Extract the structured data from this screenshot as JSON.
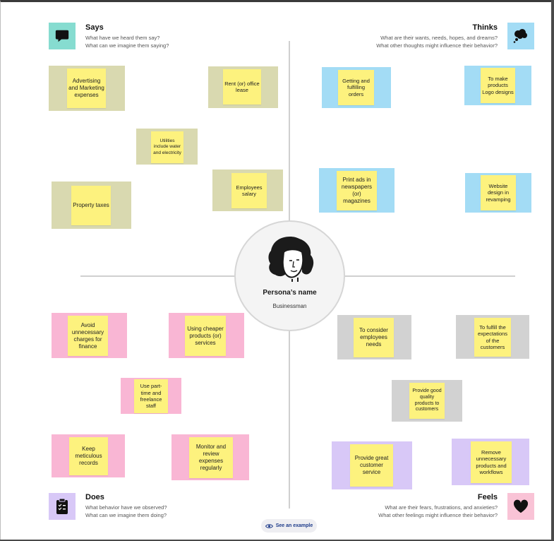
{
  "colors": {
    "says_bg": "#d9d9b0",
    "thinks_bg": "#a3dcf5",
    "does_bg": "#f9b6d4",
    "feels_bg": "#d2d2d2",
    "feels_bg_alt": "#d8c8f7",
    "note": "#fdf27e",
    "says_icon": "#86dcd0",
    "thinks_icon": "#a3dcf5",
    "does_icon": "#d8c8f7",
    "feels_icon": "#f9c3d6"
  },
  "quadrants": {
    "says": {
      "title": "Says",
      "line1": "What have we heard them say?",
      "line2": "What can we imagine them saying?",
      "icon": "speech-bubble-icon"
    },
    "thinks": {
      "title": "Thinks",
      "line1": "What are their wants, needs, hopes, and dreams?",
      "line2": "What other thoughts might influence their behavior?",
      "icon": "thought-cloud-icon"
    },
    "does": {
      "title": "Does",
      "line1": "What behavior have we observed?",
      "line2": "What can we imagine them doing?",
      "icon": "clipboard-icon"
    },
    "feels": {
      "title": "Feels",
      "line1": "What are their fears, frustrations, and anxieties?",
      "line2": "What other feelings might influence their behavior?",
      "icon": "heart-icon"
    }
  },
  "persona": {
    "name": "Persona’s name",
    "role": "Businessman",
    "icon": "woman-avatar-icon"
  },
  "notes": {
    "says": [
      "Advertising and Marketing expenses",
      "Rent (or) office lease",
      "Utilities include water and electricity",
      "Property taxes",
      "Employees salary"
    ],
    "thinks": [
      "Getting and fulfilling orders",
      "To make products Logo designs",
      "Print ads in newspapers (or) magazines",
      "Website design in revamping"
    ],
    "does": [
      "Avoid unnecessary charges for finance",
      "Using cheaper products (or) services",
      "Use part-time and freelance staff",
      "Keep meticulous records",
      "Monitor and review expenses regularly"
    ],
    "feels": [
      "To consider employees needs",
      "To fulfill the expectations of the customers",
      "Provide good quality products to customers",
      "Provide great customer service",
      "Remove unnecessary products and workflows"
    ]
  },
  "example_button": {
    "label": "See an example",
    "icon": "eye-icon"
  }
}
